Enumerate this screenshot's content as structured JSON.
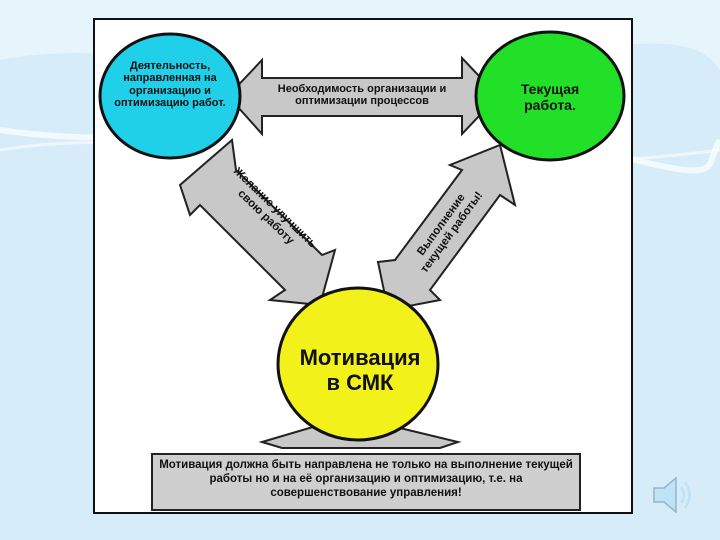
{
  "diagram": {
    "circle_activity": "Деятельность, направленная на организацию и оптимизацию работ.",
    "circle_current_work": "Текущая работа.",
    "circle_motivation": "Мотивация в СМК",
    "arrow_top": "Необходимость организации и оптимизации процессов",
    "arrow_left": "Желание улучшить свою работу",
    "arrow_right": "Выполнение текущей работы!",
    "bottom_box": "Мотивация должна быть направлена не только на выполнение текущей работы но и на её организацию и оптимизацию, т.е. на совершенствование управления!"
  },
  "colors": {
    "circle_activity": "#1fd0e8",
    "circle_current_work": "#22e028",
    "circle_motivation": "#f2f21a",
    "arrow_fill": "#c8c8c8",
    "box_fill": "#cfcfcf",
    "background": "#d6ecf8"
  },
  "icons": {
    "speaker": "speaker-icon"
  }
}
